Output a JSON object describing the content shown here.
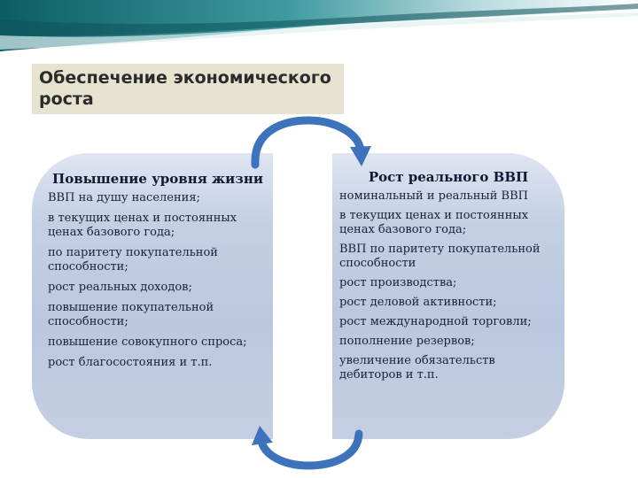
{
  "title": "Обеспечение экономического роста",
  "left_panel": {
    "heading": "Повышение уровня жизни",
    "items": [
      "ВВП на душу населения;",
      "в текущих ценах и постоянных ценах базового года;",
      "по паритету покупательной способности;",
      "рост реальных доходов;",
      "повышение покупательной способности;",
      "повышение совокупного спроса;",
      "рост благосостояния и т.п."
    ]
  },
  "right_panel": {
    "heading": "Рост реального ВВП",
    "items": [
      "номинальный и реальный ВВП",
      "в текущих ценах и постоянных ценах базового года;",
      "ВВП по паритету покупательной способности",
      "рост производства;",
      "рост деловой активности;",
      "рост международной торговли;",
      "пополнение резервов;",
      "увеличение обязательств дебиторов и т.п."
    ]
  },
  "colors": {
    "panel": "#bac7df",
    "arrow": "#3d73bd",
    "title_box": "#e6e3d0",
    "banner": "#0e6b6e"
  }
}
